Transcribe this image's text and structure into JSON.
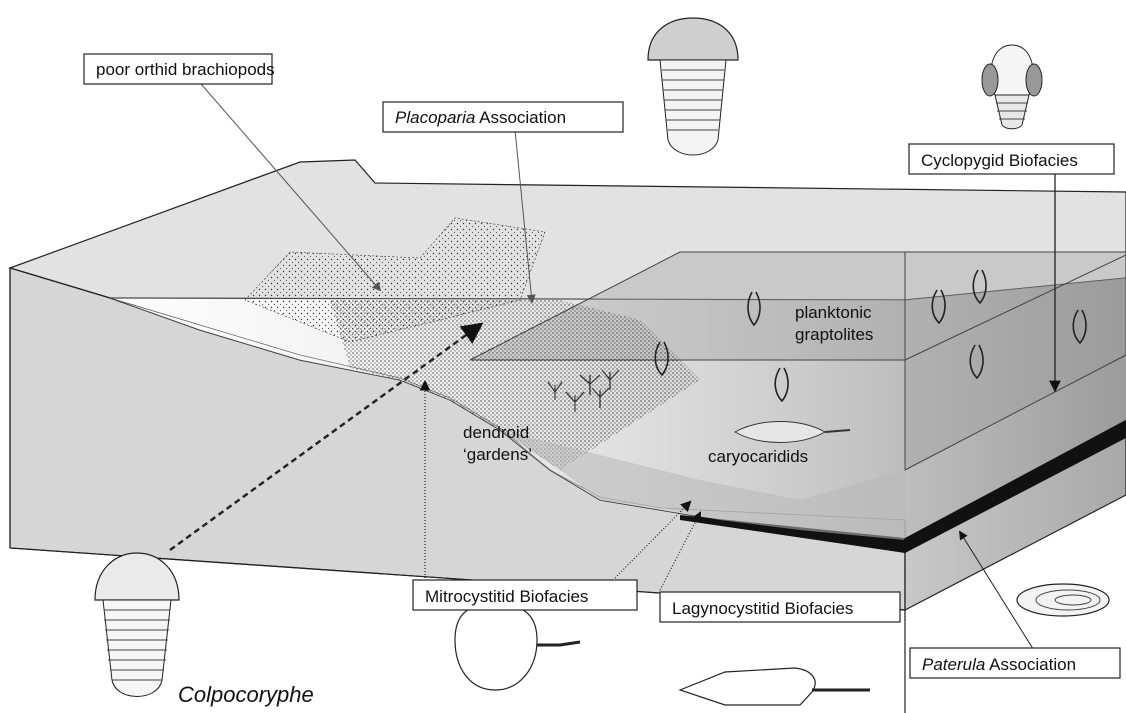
{
  "labels": {
    "poor_orthid": "poor orthid brachiopods",
    "placoparia_italic": "Placoparia",
    "placoparia_rest": " Association",
    "cyclopygid": "Cyclopygid Biofacies",
    "planktonic_1": "planktonic",
    "planktonic_2": "graptolites",
    "dendroid_1": "dendroid",
    "dendroid_2": "‘gardens’",
    "caryocaridids": "caryocaridids",
    "mitrocystitid": "Mitrocystitid Biofacies",
    "lagynocystitid": "Lagynocystitid Biofacies",
    "paterula_italic": "Paterula",
    "paterula_rest": " Association",
    "colpocoryphe": "Colpocoryphe"
  },
  "colors": {
    "land": "#d9d9d9",
    "block_front": "#d4d4d4",
    "water_light": "#eeeeee",
    "water_dark": "#8f8f8f",
    "black_shale": "#111111"
  }
}
